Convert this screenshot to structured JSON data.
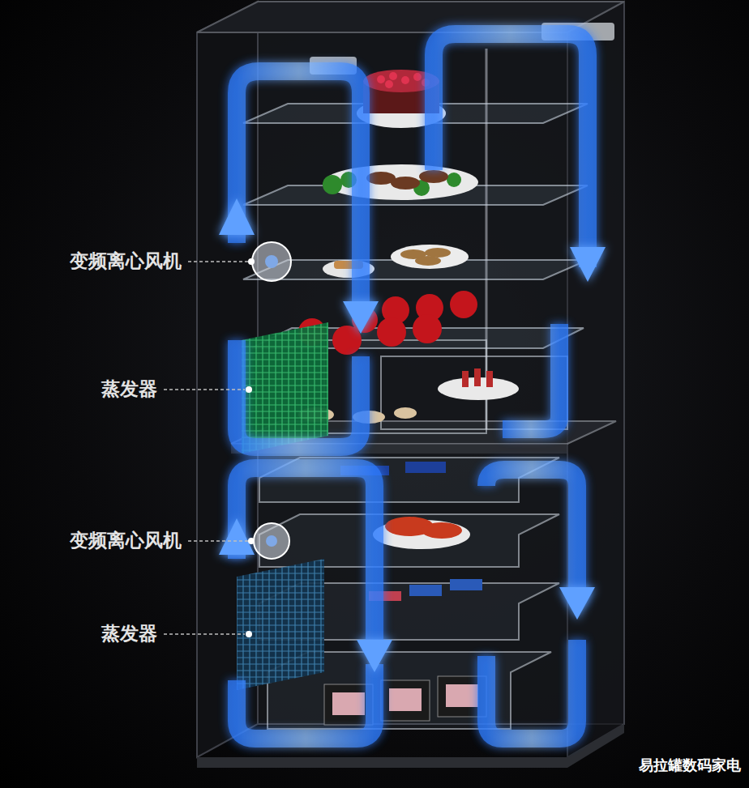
{
  "diagram": {
    "labels": [
      "变频离心风机",
      "蒸发器",
      "变频离心风机",
      "蒸发器",
      "易拉罐数码家电"
    ]
  }
}
